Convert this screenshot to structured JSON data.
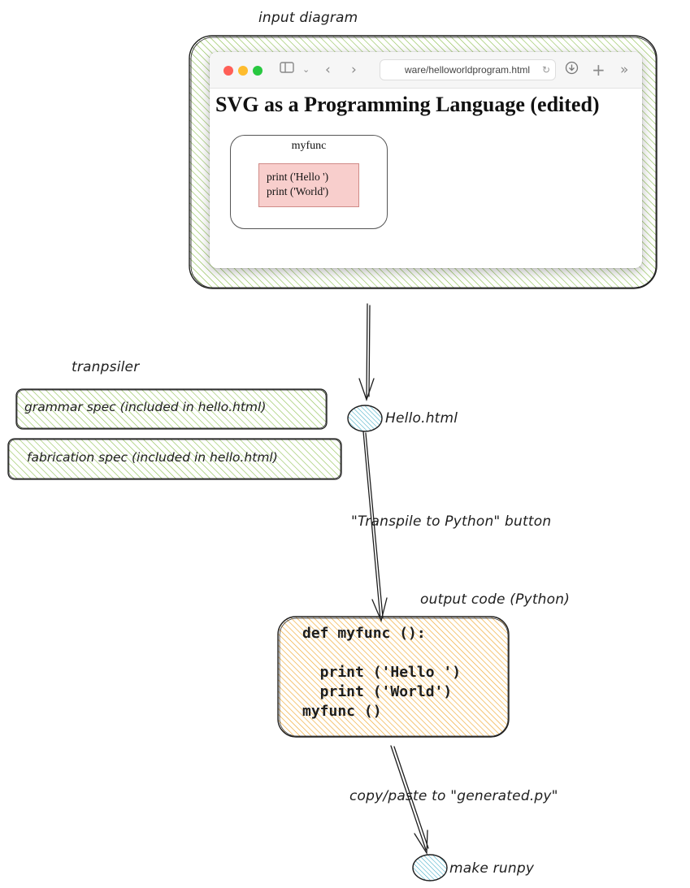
{
  "labels": {
    "input_diagram": "input diagram",
    "transpiler": "tranpsiler",
    "hello_html": "Hello.html",
    "transpile_button": "\"Transpile to Python\" button",
    "output_code": "output code (Python)",
    "copy_paste": "copy/paste to \"generated.py\"",
    "make_runpy": "make runpy"
  },
  "browser": {
    "url": "ware/helloworldprogram.html",
    "heading": "SVG as a Programming Language (edited)",
    "func_name": "myfunc",
    "body_lines": [
      "print ('Hello ')",
      "print ('World')"
    ],
    "traffic_lights": [
      "#ff5f57",
      "#febc2e",
      "#28c840"
    ]
  },
  "specs": {
    "grammar": "grammar spec (included in hello.html)",
    "fabrication": "fabrication spec (included in hello.html)"
  },
  "output": {
    "lines": [
      "def myfunc ():",
      "",
      "  print ('Hello ')",
      "  print ('World')",
      "myfunc ()"
    ]
  },
  "colors": {
    "green_hatch": "#8cbf4e",
    "orange_hatch": "#f0a830",
    "cyan_node": "#3aa9c4",
    "red_body": "#f8cecc"
  }
}
